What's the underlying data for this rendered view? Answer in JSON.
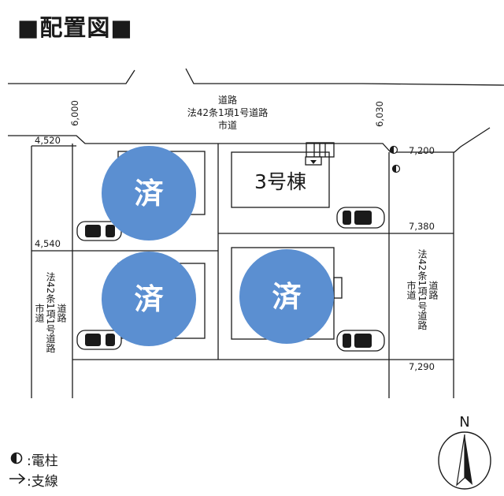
{
  "title": "■配置図■",
  "roads": {
    "top": {
      "line1": "道路",
      "line2": "法42条1項1号道路",
      "line3": "市道"
    },
    "left_vertical": {
      "col_a": "法42条1項1号道路",
      "col_b": "道路",
      "col_c": "市道"
    },
    "right_vertical": {
      "col_a": "法42条1項1号道路",
      "col_b": "道路",
      "col_c": "市道"
    }
  },
  "dimensions": {
    "top_left": "6,000",
    "top_right": "6,030",
    "left_upper": "4,520",
    "left_lower": "4,540",
    "right_top": "7,200",
    "right_mid": "7,380",
    "right_bottom": "7,290"
  },
  "buildings": {
    "b3_label": "3号棟"
  },
  "sold_mark": "済",
  "legend": {
    "pole_icon": "utility-pole-icon",
    "pole_label": ":電柱",
    "guy_icon": "arrow-icon",
    "guy_label": ":支線"
  },
  "compass": {
    "label": "N"
  },
  "colors": {
    "sold_stamp": "#5b8fd1",
    "line": "#1a1a1a",
    "background": "#ffffff"
  }
}
